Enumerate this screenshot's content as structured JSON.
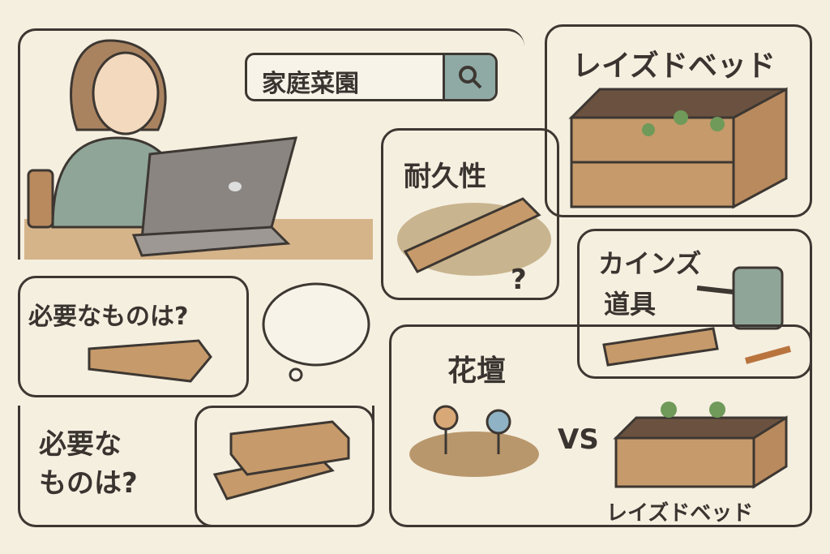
{
  "search": {
    "query": "家庭菜園",
    "icon": "search-icon"
  },
  "panels": {
    "raised_bed_title": "レイズドベッド",
    "durability": {
      "label": "耐久性",
      "question": "?"
    },
    "cainz": {
      "line1": "カインズ",
      "line2": "道具"
    },
    "needs_top": "必要なものは?",
    "flowerbed": {
      "label": "花壇",
      "vs": "VS",
      "raised_bed": "レイズドベッド"
    },
    "needs_bottom": {
      "line1": "必要な",
      "line2": "ものは?"
    }
  },
  "colors": {
    "background": "#f5efe0",
    "line": "#3d3732",
    "wood": "#c69a6a",
    "sweater": "#8fa597",
    "search_button": "#8faaa5"
  }
}
